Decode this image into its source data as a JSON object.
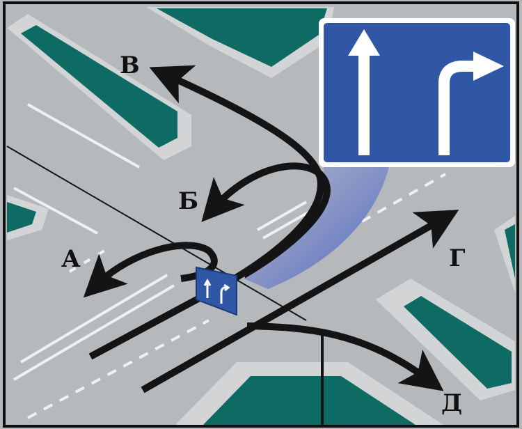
{
  "colors": {
    "road": "#b4b7ba",
    "road_edge": "#d6d7d8",
    "median_green": "#0e6b63",
    "sign_blue": "#2f57a6",
    "arrow": "#141414",
    "frame": "#101010"
  },
  "sign": {
    "arrows": [
      "straight-arrow-icon",
      "straight-or-right-arrow-icon"
    ]
  },
  "directions": [
    {
      "key": "A",
      "label": "А"
    },
    {
      "key": "B",
      "label": "Б"
    },
    {
      "key": "V",
      "label": "В"
    },
    {
      "key": "G",
      "label": "Г"
    },
    {
      "key": "D",
      "label": "Д"
    }
  ]
}
